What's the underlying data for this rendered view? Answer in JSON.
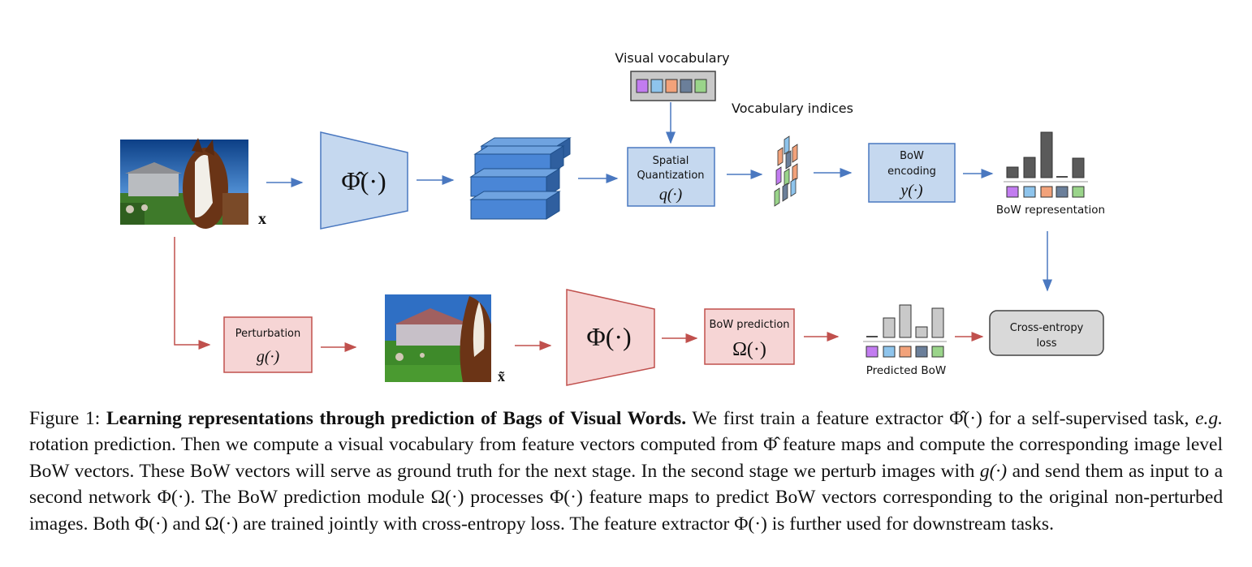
{
  "figure": {
    "labels": {
      "visual_vocabulary": "Visual vocabulary",
      "vocabulary_indices": "Vocabulary indices",
      "bow_representation": "BoW representation",
      "predicted_bow": "Predicted BoW",
      "input_x": "x",
      "perturbed_x": "x̃"
    },
    "boxes": {
      "phi_hat": "Φ̂(·)",
      "spatial_quantization_line1": "Spatial",
      "spatial_quantization_line2": "Quantization",
      "spatial_quantization_fn": "q(·)",
      "bow_encoding_line1": "BoW",
      "bow_encoding_line2": "encoding",
      "bow_encoding_fn": "y(·)",
      "perturbation_line1": "Perturbation",
      "perturbation_fn": "g(·)",
      "phi": "Φ(·)",
      "bow_prediction_line1": "BoW prediction",
      "bow_prediction_fn": "Ω(·)",
      "cross_entropy_line1": "Cross-entropy",
      "cross_entropy_line2": "loss"
    },
    "colors": {
      "blue_fill": "#c5d8ef",
      "blue_stroke": "#4a78c0",
      "red_fill": "#f6d5d5",
      "red_stroke": "#c0504d",
      "word_colors": [
        "#c27cf0",
        "#8ec4ec",
        "#f2a27a",
        "#6b7f9a",
        "#9ad48a"
      ]
    }
  },
  "caption": {
    "figure_label": "Figure 1:",
    "title": "Learning representations through prediction of Bags of Visual Words.",
    "s1a": "We first train a feature extractor",
    "phi_hat": "Φ̂(·)",
    "s1b": "for a self-supervised task,",
    "eg": "e.g.",
    "s1c": "rotation prediction. Then we compute a visual vocabulary from feature vectors computed from",
    "phi_hat_plain": "Φ̂",
    "s1d": "feature maps and compute the corresponding image level BoW vectors. These BoW vectors will serve as ground truth for the next stage. In the second stage we perturb images with",
    "g": "g(·)",
    "s2a": "and send them as input to a second network",
    "phi": "Φ(·)",
    "s2b": ". The BoW prediction module",
    "omega": "Ω(·)",
    "s2c": "processes",
    "phi2": "Φ(·)",
    "s2d": "feature maps to predict BoW vectors corresponding to the original non-perturbed images. Both",
    "phi3": "Φ(·)",
    "s2e": "and",
    "omega2": "Ω(·)",
    "s2f": "are trained jointly with cross-entropy loss. The feature extractor",
    "phi4": "Φ(·)",
    "s2g": "is further used for downstream tasks."
  }
}
